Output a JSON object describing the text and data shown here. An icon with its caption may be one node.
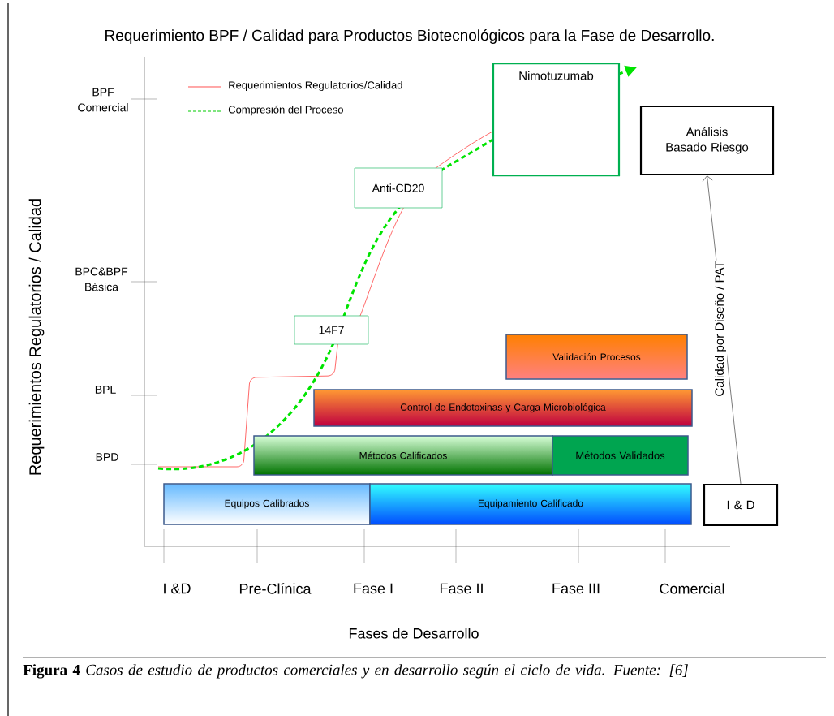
{
  "diagram": {
    "title": "Requerimiento BPF / Calidad para Productos Biotecnológicos para la Fase de Desarrollo.",
    "caption": "**Figura 4** *Casos de estudio de productos comerciales y en desarrollo según el ciclo de vida. Fuente: [6]*",
    "nodes": [
      {
        "text": [
          "Nimotuzumab"
        ]
      },
      {
        "text": [
          "Análisis Basado Riesgo"
        ]
      },
      {
        "text": [
          "Anti-CD20"
        ]
      },
      {
        "text": [
          "14F7"
        ]
      },
      {
        "text": [
          "Validación Procesos"
        ]
      },
      {
        "text": [
          "Control de Endotoxinas y Carga Microbiológica"
        ]
      },
      {
        "text": [
          "Métodos Calificados"
        ]
      },
      {
        "text": [
          "Métodos Validados"
        ]
      },
      {
        "text": [
          "Equipos Calibrados"
        ]
      },
      {
        "text": [
          "Equipamiento Calificado"
        ]
      },
      {
        "text": [
          "I & D"
        ]
      }
    ],
    "edges": [
      {
        "from": 10,
        "to": 1,
        "arrow": "to",
        "label": "Calidad por Diseño / PAT"
      }
    ],
    "labels": [
      "BPF Comercial",
      "BPC&BPF Básica",
      "BPL",
      "BPD",
      "Requerimientos Regulatorios / Calidad",
      "I &D",
      "Pre-Clínica",
      "Fase I",
      "Fase II",
      "Fase III",
      "Comercial",
      "Fases de Desarrollo"
    ],
    "legend": [
      {
        "text": "Requerimientos Regulatorios/Calidad"
      },
      {
        "text": "Compresión del Proceso"
      }
    ]
  }
}
